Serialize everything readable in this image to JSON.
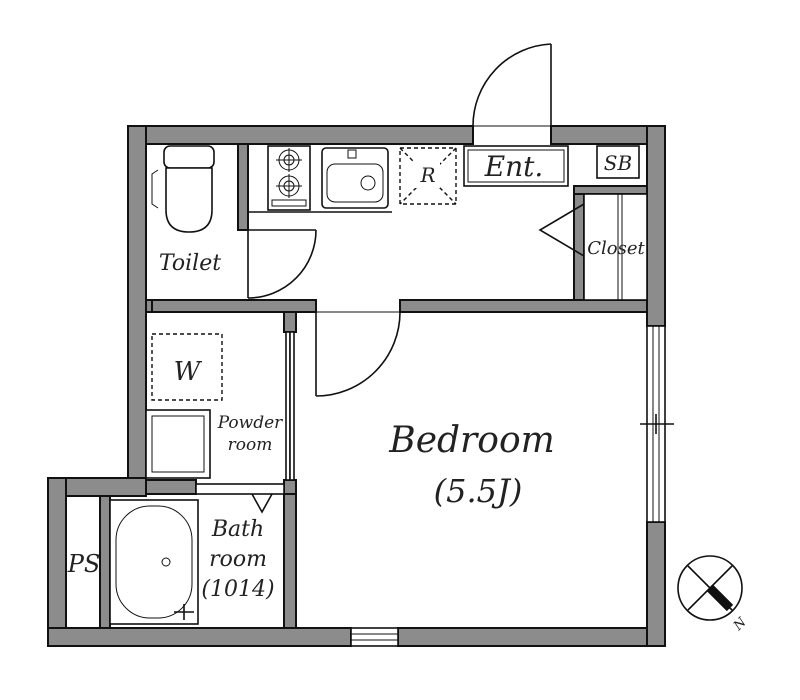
{
  "rooms": {
    "entrance": "Ent.",
    "shoebox": "SB",
    "closet": "Closet",
    "toilet": "Toilet",
    "refrigerator": "R",
    "washer": "W",
    "powder_line1": "Powder",
    "powder_line2": "room",
    "bath_line1": "Bath",
    "bath_line2": "room",
    "bath_line3": "(1014)",
    "pipe_space": "PS",
    "bedroom_name": "Bedroom",
    "bedroom_size": "(5.5J)"
  },
  "compass": {
    "label": "N"
  },
  "colors": {
    "wall": "#8c8c8c",
    "line": "#111111",
    "background": "#ffffff"
  }
}
